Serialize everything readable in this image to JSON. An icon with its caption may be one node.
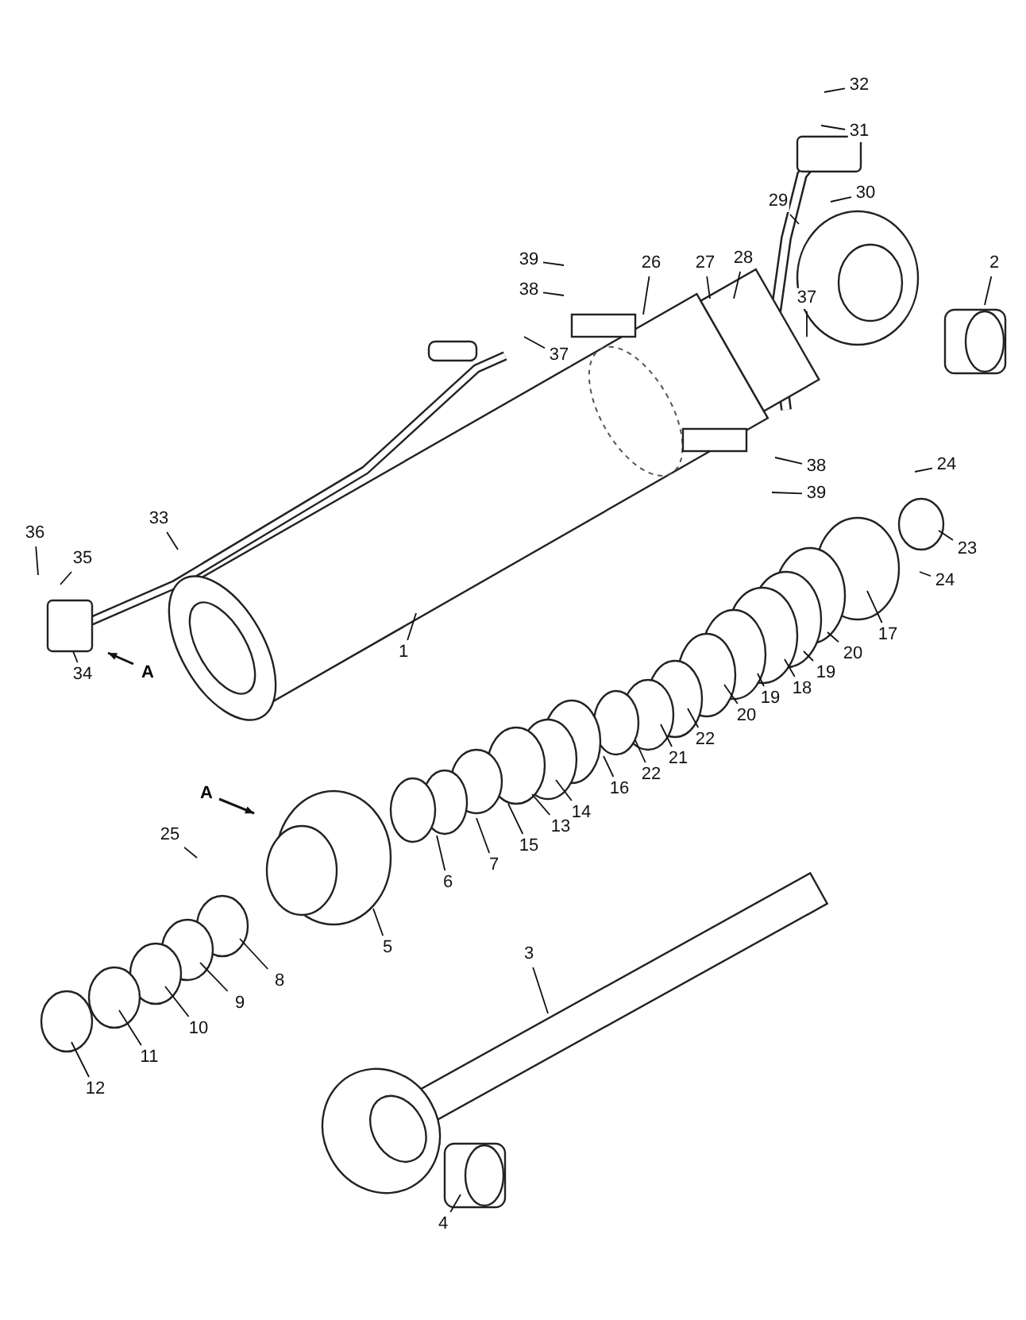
{
  "diagram": {
    "nodes": [
      {
        "text": [
          "32"
        ]
      },
      {
        "text": [
          "31"
        ]
      },
      {
        "text": [
          "30"
        ]
      },
      {
        "text": [
          "29"
        ]
      },
      {
        "text": [
          "2"
        ]
      },
      {
        "text": [
          "39"
        ]
      },
      {
        "text": [
          "38"
        ]
      },
      {
        "text": [
          "26"
        ]
      },
      {
        "text": [
          "27"
        ]
      },
      {
        "text": [
          "28"
        ]
      },
      {
        "text": [
          "37"
        ]
      },
      {
        "text": [
          "37"
        ]
      },
      {
        "text": [
          "33"
        ]
      },
      {
        "text": [
          "36"
        ]
      },
      {
        "text": [
          "35"
        ]
      },
      {
        "text": [
          "34"
        ]
      },
      {
        "text": [
          "1"
        ]
      },
      {
        "text": [
          "38"
        ]
      },
      {
        "text": [
          "39"
        ]
      },
      {
        "text": [
          "24"
        ]
      },
      {
        "text": [
          "23"
        ]
      },
      {
        "text": [
          "24"
        ]
      },
      {
        "text": [
          "17"
        ]
      },
      {
        "text": [
          "20"
        ]
      },
      {
        "text": [
          "19"
        ]
      },
      {
        "text": [
          "18"
        ]
      },
      {
        "text": [
          "19"
        ]
      },
      {
        "text": [
          "20"
        ]
      },
      {
        "text": [
          "22"
        ]
      },
      {
        "text": [
          "21"
        ]
      },
      {
        "text": [
          "22"
        ]
      },
      {
        "text": [
          "16"
        ]
      },
      {
        "text": [
          "14"
        ]
      },
      {
        "text": [
          "13"
        ]
      },
      {
        "text": [
          "15"
        ]
      },
      {
        "text": [
          "7"
        ]
      },
      {
        "text": [
          "6"
        ]
      },
      {
        "text": [
          "25"
        ]
      },
      {
        "text": [
          "5"
        ]
      },
      {
        "text": [
          "8"
        ]
      },
      {
        "text": [
          "9"
        ]
      },
      {
        "text": [
          "10"
        ]
      },
      {
        "text": [
          "11"
        ]
      },
      {
        "text": [
          "12"
        ]
      },
      {
        "text": [
          "3"
        ]
      },
      {
        "text": [
          "4"
        ]
      }
    ],
    "edges": [
      {
        "from": 0,
        "to": null,
        "arrow": "none"
      },
      {
        "from": 1,
        "to": null,
        "arrow": "none"
      },
      {
        "from": 2,
        "to": null,
        "arrow": "none"
      },
      {
        "from": 3,
        "to": null,
        "arrow": "none"
      },
      {
        "from": 4,
        "to": null,
        "arrow": "none"
      },
      {
        "from": 5,
        "to": null,
        "arrow": "none"
      },
      {
        "from": 6,
        "to": null,
        "arrow": "none"
      },
      {
        "from": 7,
        "to": null,
        "arrow": "none"
      },
      {
        "from": 8,
        "to": null,
        "arrow": "none"
      },
      {
        "from": 9,
        "to": null,
        "arrow": "none"
      },
      {
        "from": 10,
        "to": null,
        "arrow": "none"
      },
      {
        "from": 11,
        "to": null,
        "arrow": "none"
      },
      {
        "from": 12,
        "to": null,
        "arrow": "none"
      },
      {
        "from": 13,
        "to": null,
        "arrow": "none"
      },
      {
        "from": 14,
        "to": null,
        "arrow": "none"
      },
      {
        "from": 15,
        "to": null,
        "arrow": "none"
      },
      {
        "from": 16,
        "to": null,
        "arrow": "none"
      },
      {
        "from": 17,
        "to": null,
        "arrow": "none"
      },
      {
        "from": 18,
        "to": null,
        "arrow": "none"
      },
      {
        "from": 19,
        "to": null,
        "arrow": "none"
      },
      {
        "from": 20,
        "to": null,
        "arrow": "none"
      },
      {
        "from": 21,
        "to": null,
        "arrow": "none"
      },
      {
        "from": 22,
        "to": null,
        "arrow": "none"
      },
      {
        "from": 23,
        "to": null,
        "arrow": "none"
      },
      {
        "from": 24,
        "to": null,
        "arrow": "none"
      },
      {
        "from": 25,
        "to": null,
        "arrow": "none"
      },
      {
        "from": 26,
        "to": null,
        "arrow": "none"
      },
      {
        "from": 27,
        "to": null,
        "arrow": "none"
      },
      {
        "from": 28,
        "to": null,
        "arrow": "none"
      },
      {
        "from": 29,
        "to": null,
        "arrow": "none"
      },
      {
        "from": 30,
        "to": null,
        "arrow": "none"
      },
      {
        "from": 31,
        "to": null,
        "arrow": "none"
      },
      {
        "from": 32,
        "to": null,
        "arrow": "none"
      },
      {
        "from": 33,
        "to": null,
        "arrow": "none"
      },
      {
        "from": 34,
        "to": null,
        "arrow": "none"
      },
      {
        "from": 35,
        "to": null,
        "arrow": "none"
      },
      {
        "from": 36,
        "to": null,
        "arrow": "none"
      },
      {
        "from": 37,
        "to": null,
        "arrow": "none"
      },
      {
        "from": 38,
        "to": null,
        "arrow": "none"
      },
      {
        "from": 39,
        "to": null,
        "arrow": "none"
      },
      {
        "from": 40,
        "to": null,
        "arrow": "none"
      },
      {
        "from": 41,
        "to": null,
        "arrow": "none"
      },
      {
        "from": 42,
        "to": null,
        "arrow": "none"
      },
      {
        "from": 43,
        "to": null,
        "arrow": "none"
      },
      {
        "from": 44,
        "to": null,
        "arrow": "none"
      },
      {
        "from": 45,
        "to": null,
        "arrow": "none"
      }
    ],
    "labels": [
      "A",
      "A"
    ]
  }
}
